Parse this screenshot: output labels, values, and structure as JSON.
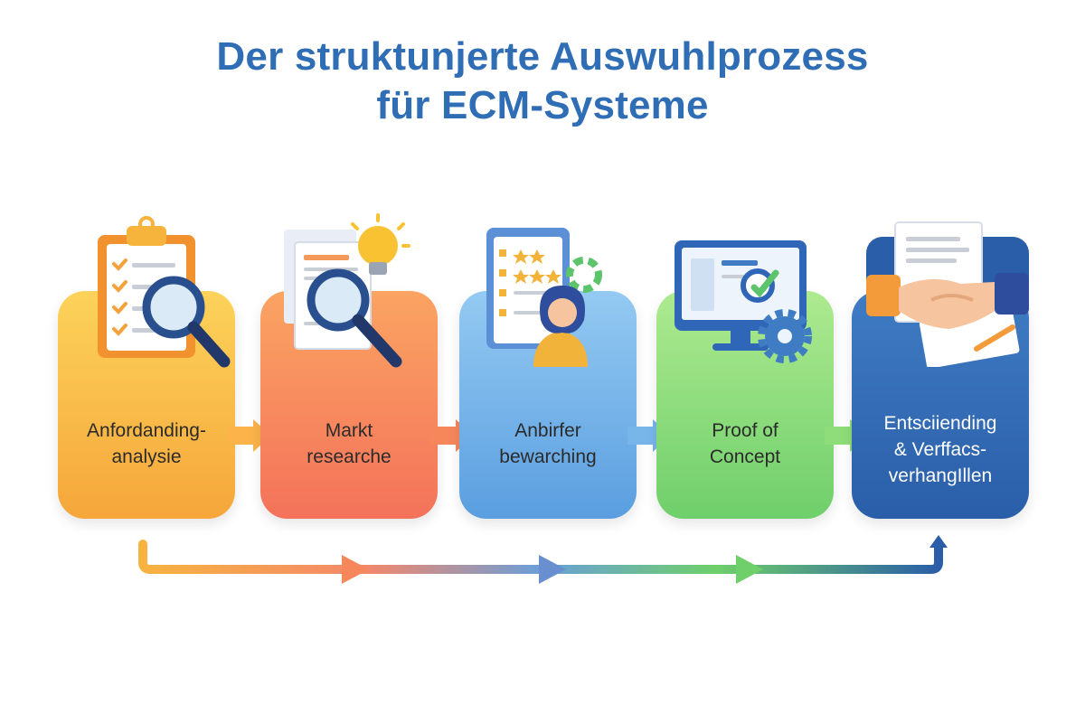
{
  "title": {
    "line1": "Der struktunjerte Auswuhlprozess",
    "line2": "für ECM-Systeme"
  },
  "steps": [
    {
      "line1": "Anfordanding-",
      "line2": "analysie",
      "color_top": "#fbc94b",
      "color_bottom": "#f6a63a",
      "icon": "clipboard-magnifier-icon"
    },
    {
      "line1": "Markt",
      "line2": "researche",
      "color_top": "#fba463",
      "color_bottom": "#f4765c",
      "icon": "document-magnifier-lightbulb-icon"
    },
    {
      "line1": "Anbirfer",
      "line2": "bewarching",
      "color_top": "#8cc4f0",
      "color_bottom": "#5a9ee0",
      "icon": "rating-list-person-icon"
    },
    {
      "line1": "Proof of",
      "line2": "Concept",
      "color_top": "#a8e88c",
      "color_bottom": "#6fcf6a",
      "icon": "monitor-gear-icon"
    },
    {
      "line1": "Entsciiending",
      "line2": "& Verffacs-",
      "line3": "verhangIllen",
      "color_top": "#3f7cc4",
      "color_bottom": "#2a5ea8",
      "icon": "handshake-contract-icon"
    }
  ]
}
